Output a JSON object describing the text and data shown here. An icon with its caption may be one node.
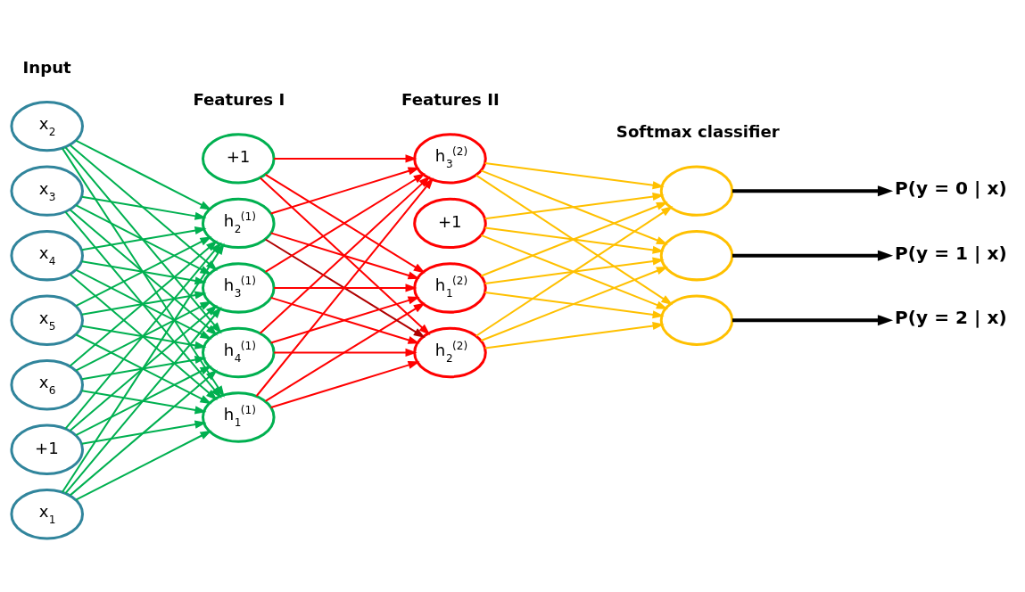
{
  "diagram": {
    "nodes": [
      {
        "text": [
          "x$_{1}$"
        ]
      },
      {
        "text": [
          "x$_{2}$"
        ]
      },
      {
        "text": [
          "x$_{3}$"
        ]
      },
      {
        "text": [
          "x$_{4}$"
        ]
      },
      {
        "text": [
          "x$_{5}$"
        ]
      },
      {
        "text": [
          "x$_{6}$"
        ]
      },
      {
        "text": [
          "+1"
        ]
      },
      {
        "text": [
          "h$_{1}$$^{(1)}$"
        ]
      },
      {
        "text": [
          "h$_{2}$$^{(1)}$"
        ]
      },
      {
        "text": [
          "h$_{3}$$^{(1)}$"
        ]
      },
      {
        "text": [
          "h$_{4}$$^{(1)}$"
        ]
      },
      {
        "text": [
          "+1"
        ]
      },
      {
        "text": [
          "h$_{1}$$^{(2)}$"
        ]
      },
      {
        "text": [
          "h$_{2}$$^{(2)}$"
        ]
      },
      {
        "text": [
          "h$_{3}$$^{(2)}$"
        ]
      },
      {
        "text": [
          "+1"
        ]
      },
      {
        "text": [],
        "shape": "circle"
      },
      {
        "text": [],
        "shape": "circle"
      },
      {
        "text": [],
        "shape": "circle"
      },
      {
        "text": [
          "P(y = 0 | x)"
        ]
      },
      {
        "text": [
          "P(y = 1 | x)"
        ]
      },
      {
        "text": [
          "P(y = 2 | x)"
        ]
      }
    ],
    "edges": [
      {
        "from": 0,
        "to": 7,
        "arrow": "to",
        "color": "#00b050"
      },
      {
        "from": 0,
        "to": 8,
        "arrow": "to",
        "color": "#00b050"
      },
      {
        "from": 0,
        "to": 9,
        "arrow": "to",
        "color": "#00b050"
      },
      {
        "from": 0,
        "to": 10,
        "arrow": "to",
        "color": "#00b050"
      },
      {
        "from": 1,
        "to": 7,
        "arrow": "to",
        "color": "#00b050"
      },
      {
        "from": 1,
        "to": 8,
        "arrow": "to",
        "color": "#00b050"
      },
      {
        "from": 1,
        "to": 9,
        "arrow": "to",
        "color": "#00b050"
      },
      {
        "from": 1,
        "to": 10,
        "arrow": "to",
        "color": "#00b050"
      },
      {
        "from": 2,
        "to": 7,
        "arrow": "to",
        "color": "#00b050"
      },
      {
        "from": 2,
        "to": 8,
        "arrow": "to",
        "color": "#00b050"
      },
      {
        "from": 2,
        "to": 9,
        "arrow": "to",
        "color": "#00b050"
      },
      {
        "from": 2,
        "to": 10,
        "arrow": "to",
        "color": "#00b050"
      },
      {
        "from": 3,
        "to": 7,
        "arrow": "to",
        "color": "#00b050"
      },
      {
        "from": 3,
        "to": 8,
        "arrow": "to",
        "color": "#00b050"
      },
      {
        "from": 3,
        "to": 9,
        "arrow": "to",
        "color": "#00b050"
      },
      {
        "from": 3,
        "to": 10,
        "arrow": "to",
        "color": "#00b050"
      },
      {
        "from": 4,
        "to": 7,
        "arrow": "to",
        "color": "#00b050"
      },
      {
        "from": 4,
        "to": 8,
        "arrow": "to",
        "color": "#00b050"
      },
      {
        "from": 4,
        "to": 9,
        "arrow": "to",
        "color": "#00b050"
      },
      {
        "from": 4,
        "to": 10,
        "arrow": "to",
        "color": "#00b050"
      },
      {
        "from": 5,
        "to": 7,
        "arrow": "to",
        "color": "#00b050"
      },
      {
        "from": 5,
        "to": 8,
        "arrow": "to",
        "color": "#00b050"
      },
      {
        "from": 5,
        "to": 9,
        "arrow": "to",
        "color": "#00b050"
      },
      {
        "from": 5,
        "to": 10,
        "arrow": "to",
        "color": "#00b050"
      },
      {
        "from": 6,
        "to": 7,
        "arrow": "to",
        "color": "#00b050"
      },
      {
        "from": 6,
        "to": 8,
        "arrow": "to",
        "color": "#00b050"
      },
      {
        "from": 6,
        "to": 9,
        "arrow": "to",
        "color": "#00b050"
      },
      {
        "from": 6,
        "to": 10,
        "arrow": "to",
        "color": "#00b050"
      },
      {
        "from": 7,
        "to": 12,
        "arrow": "to",
        "color": "#ff0000"
      },
      {
        "from": 7,
        "to": 13,
        "arrow": "to",
        "color": "#ff0000"
      },
      {
        "from": 7,
        "to": 14,
        "arrow": "to",
        "color": "#ff0000"
      },
      {
        "from": 8,
        "to": 12,
        "arrow": "to",
        "color": "#ff0000"
      },
      {
        "from": 8,
        "to": 13,
        "arrow": "to",
        "color": "#b00000"
      },
      {
        "from": 8,
        "to": 14,
        "arrow": "to",
        "color": "#ff0000"
      },
      {
        "from": 9,
        "to": 12,
        "arrow": "to",
        "color": "#ff0000"
      },
      {
        "from": 9,
        "to": 13,
        "arrow": "to",
        "color": "#ff0000"
      },
      {
        "from": 9,
        "to": 14,
        "arrow": "to",
        "color": "#ff0000"
      },
      {
        "from": 10,
        "to": 12,
        "arrow": "to",
        "color": "#ff0000"
      },
      {
        "from": 10,
        "to": 13,
        "arrow": "to",
        "color": "#ff0000"
      },
      {
        "from": 10,
        "to": 14,
        "arrow": "to",
        "color": "#ff0000"
      },
      {
        "from": 11,
        "to": 12,
        "arrow": "to",
        "color": "#ff0000"
      },
      {
        "from": 11,
        "to": 13,
        "arrow": "to",
        "color": "#ff0000"
      },
      {
        "from": 11,
        "to": 14,
        "arrow": "to",
        "color": "#ff0000"
      },
      {
        "from": 12,
        "to": 16,
        "arrow": "to",
        "color": "#ffc000"
      },
      {
        "from": 12,
        "to": 17,
        "arrow": "to",
        "color": "#ffc000"
      },
      {
        "from": 12,
        "to": 18,
        "arrow": "to",
        "color": "#ffc000"
      },
      {
        "from": 13,
        "to": 16,
        "arrow": "to",
        "color": "#ffc000"
      },
      {
        "from": 13,
        "to": 17,
        "arrow": "to",
        "color": "#ffc000"
      },
      {
        "from": 13,
        "to": 18,
        "arrow": "to",
        "color": "#ffc000"
      },
      {
        "from": 14,
        "to": 16,
        "arrow": "to",
        "color": "#ffc000"
      },
      {
        "from": 14,
        "to": 17,
        "arrow": "to",
        "color": "#ffc000"
      },
      {
        "from": 14,
        "to": 18,
        "arrow": "to",
        "color": "#ffc000"
      },
      {
        "from": 15,
        "to": 16,
        "arrow": "to",
        "color": "#ffc000"
      },
      {
        "from": 15,
        "to": 17,
        "arrow": "to",
        "color": "#ffc000"
      },
      {
        "from": 15,
        "to": 18,
        "arrow": "to",
        "color": "#ffc000"
      },
      {
        "from": 16,
        "to": 19,
        "arrow": "to",
        "style": "thick",
        "color": "#000000"
      },
      {
        "from": 17,
        "to": 20,
        "arrow": "to",
        "style": "thick",
        "color": "#000000"
      },
      {
        "from": 18,
        "to": 21,
        "arrow": "to",
        "style": "thick",
        "color": "#000000"
      }
    ],
    "labels": [
      "Input",
      "Features I",
      "Features II",
      "Softmax classifier"
    ]
  }
}
